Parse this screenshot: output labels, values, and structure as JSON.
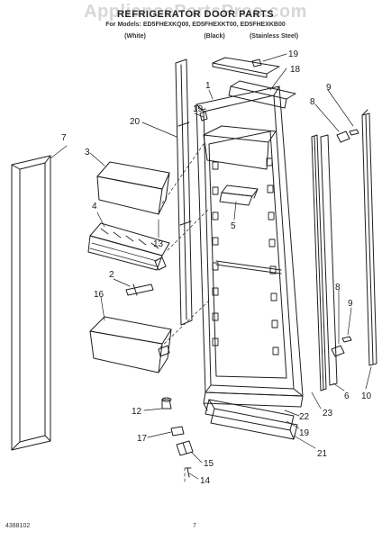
{
  "watermark": "AppliancePartsPros.com",
  "header": {
    "title": "REFRIGERATOR DOOR PARTS",
    "models": "For Models: ED5FHEXKQ00, ED5FHEXKT00, ED5FHEXKB00",
    "variants": [
      "(White)",
      "(Black)",
      "(Stainless Steel)"
    ]
  },
  "callouts": [
    "1",
    "2",
    "3",
    "4",
    "5",
    "6",
    "7",
    "8",
    "8",
    "9",
    "9",
    "10",
    "12",
    "13",
    "14",
    "15",
    "16",
    "17",
    "18",
    "19",
    "19",
    "19",
    "20",
    "21",
    "22",
    "23"
  ],
  "footer": {
    "doc_number": "4388102",
    "page": "7"
  }
}
